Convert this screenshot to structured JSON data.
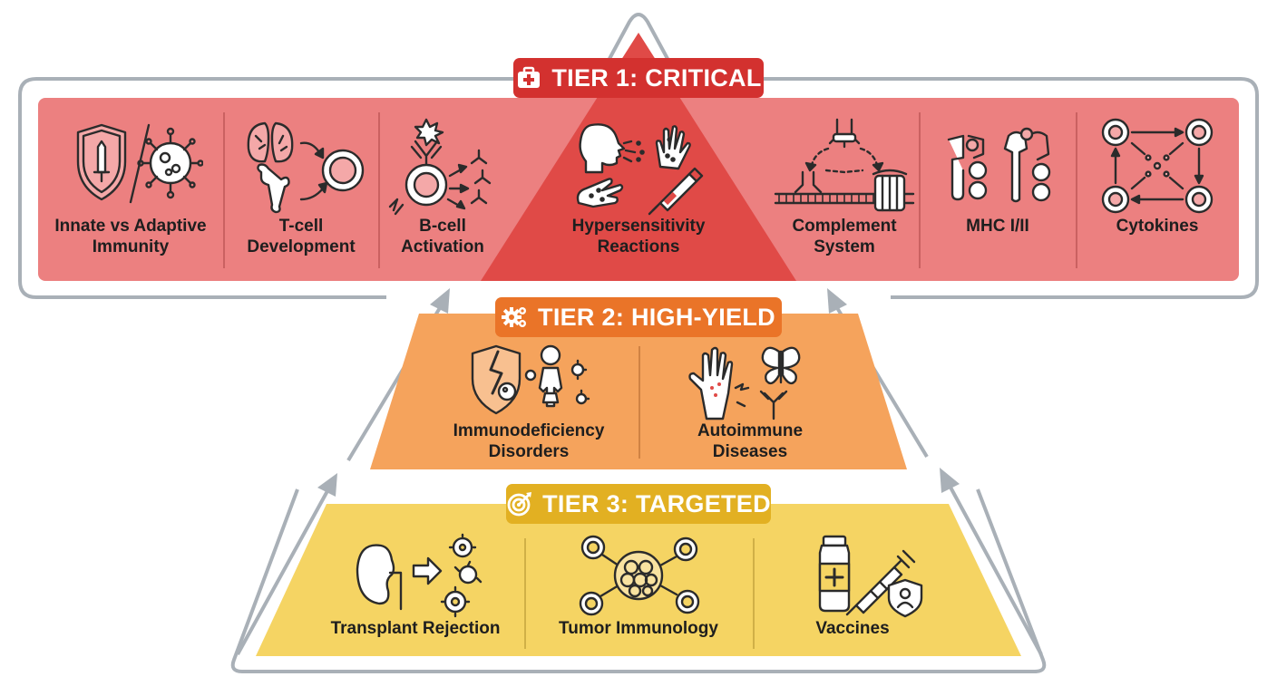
{
  "colors": {
    "tier1_band": "#ec8080",
    "tier1_triangle": "#e04a47",
    "tier1_badge": "#d3312f",
    "tier2_band": "#f5a35c",
    "tier2_badge": "#ea7428",
    "tier3_band": "#f5d463",
    "tier3_badge": "#e2b022",
    "outline": "#a9b0b7",
    "icon_stroke": "#2b2b2b"
  },
  "tiers": [
    {
      "badge_label": "TIER 1: CRITICAL",
      "badge_icon": "first-aid-kit-icon",
      "topics": [
        {
          "label": "Innate vs Adaptive\nImmunity",
          "icon": "shield-and-pathogen-icon"
        },
        {
          "label": "T-cell\nDevelopment",
          "icon": "thymus-bone-marrow-icon"
        },
        {
          "label": "B-cell\nActivation",
          "icon": "b-cell-antibody-icon"
        },
        {
          "label": "Hypersensitivity\nReactions",
          "icon": "allergy-reaction-icon"
        },
        {
          "label": "Complement\nSystem",
          "icon": "complement-cascade-icon"
        },
        {
          "label": "MHC I/II",
          "icon": "mhc-molecule-icon"
        },
        {
          "label": "Cytokines",
          "icon": "cytokine-network-icon"
        }
      ]
    },
    {
      "badge_label": "TIER 2: HIGH-YIELD",
      "badge_icon": "gears-icon",
      "topics": [
        {
          "label": "Immunodeficiency\nDisorders",
          "icon": "broken-shield-child-icon"
        },
        {
          "label": "Autoimmune\nDiseases",
          "icon": "hand-butterfly-icon"
        }
      ]
    },
    {
      "badge_label": "TIER 3: TARGETED",
      "badge_icon": "target-icon",
      "topics": [
        {
          "label": "Transplant Rejection",
          "icon": "kidney-rejection-icon"
        },
        {
          "label": "Tumor Immunology",
          "icon": "tumor-cells-icon"
        },
        {
          "label": "Vaccines",
          "icon": "vaccine-syringe-icon"
        }
      ]
    }
  ]
}
